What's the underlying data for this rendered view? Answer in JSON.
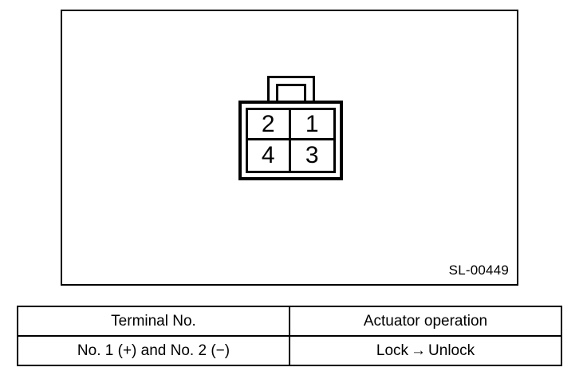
{
  "figure": {
    "id_label": "SL-00449",
    "connector": {
      "name": "4-pin connector face view",
      "tab_name": "locking-tab",
      "terminals": [
        {
          "number": "2",
          "position": "top-left"
        },
        {
          "number": "1",
          "position": "top-right"
        },
        {
          "number": "4",
          "position": "bottom-left"
        },
        {
          "number": "3",
          "position": "bottom-right"
        }
      ]
    }
  },
  "table": {
    "headers": [
      "Terminal No.",
      "Actuator operation"
    ],
    "rows": [
      {
        "terminal": "No. 1 (+) and No. 2 (−)",
        "operation_from": "Lock",
        "operation_arrow": "→",
        "operation_to": "Unlock",
        "operation": "Lock → Unlock"
      }
    ]
  },
  "colors": {
    "ink": "#000000",
    "paper": "#ffffff"
  }
}
